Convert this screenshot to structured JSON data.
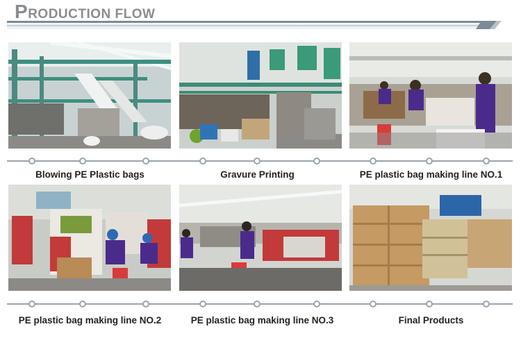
{
  "header": {
    "title_initial": "P",
    "title_rest": "RODUCTION FLOW"
  },
  "captions": [
    "Blowing PE Plastic bags",
    "Gravure Printing",
    "PE plastic bag making line NO.1",
    "PE plastic bag making line NO.2",
    "PE plastic bag making line NO.3",
    "Final Products"
  ],
  "colors": {
    "title": "#8a8d90",
    "accent_line": "#7b8a96",
    "separator": "#9aa3ab"
  }
}
